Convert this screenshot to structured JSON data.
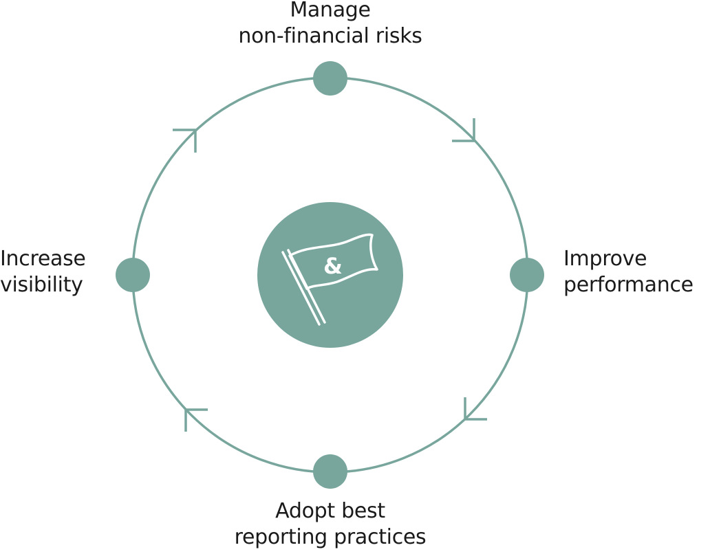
{
  "colors": {
    "accent": "#78a69d",
    "text": "#1a1a1a",
    "background": "#ffffff",
    "icon_stroke": "#ffffff"
  },
  "nodes": {
    "top": {
      "line1": "Manage",
      "line2": "non-financial risks"
    },
    "right": {
      "line1": "Improve",
      "line2": "performance"
    },
    "bottom": {
      "line1": "Adopt best",
      "line2": "reporting practices"
    },
    "left": {
      "line1": "Increase",
      "line2": "visibility"
    }
  },
  "center": {
    "icon": "flag-icon",
    "flag_text": "&"
  }
}
